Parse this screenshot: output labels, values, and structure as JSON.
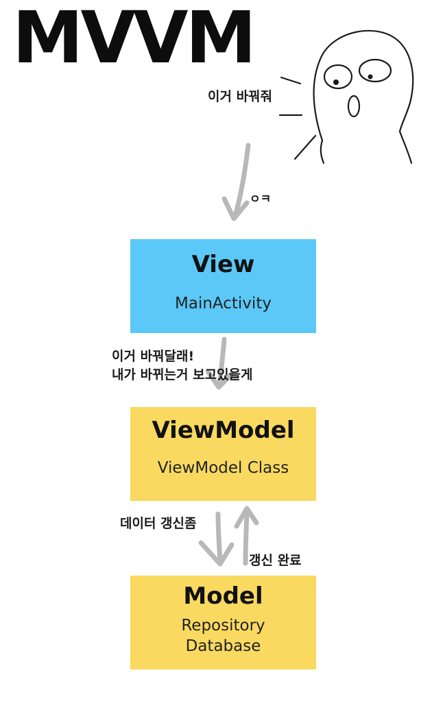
{
  "title": "MVVM",
  "annotations": {
    "change_this": "이거 바꿔줘",
    "ok": "ㅇㅋ",
    "request_line1": "이거 바꿔달래!",
    "request_line2": "내가 바뀌는거 보고있을게",
    "update_request": "데이터 갱신좀",
    "update_done": "갱신 완료"
  },
  "boxes": {
    "view": {
      "name": "View",
      "sub": "MainActivity",
      "color": "#5BC8F7"
    },
    "viewmodel": {
      "name": "ViewModel",
      "sub": "ViewModel Class",
      "color": "#F9D960"
    },
    "model": {
      "name": "Model",
      "sub_line1": "Repository",
      "sub_line2": "Database",
      "color": "#F9D960"
    }
  },
  "colors": {
    "arrow": "#b8b8b8",
    "sketch": "#1a1a1a"
  }
}
